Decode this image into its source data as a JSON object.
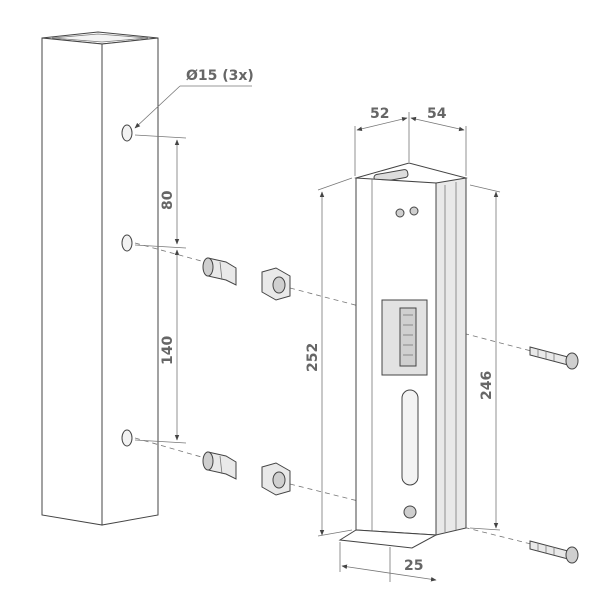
{
  "hole_label": "Ø15 (3x)",
  "dimensions": {
    "spacing_top": "80",
    "spacing_bottom": "140",
    "height_total": "252",
    "height_rail": "246",
    "width_front": "52",
    "depth_side": "54",
    "base_width": "25"
  }
}
